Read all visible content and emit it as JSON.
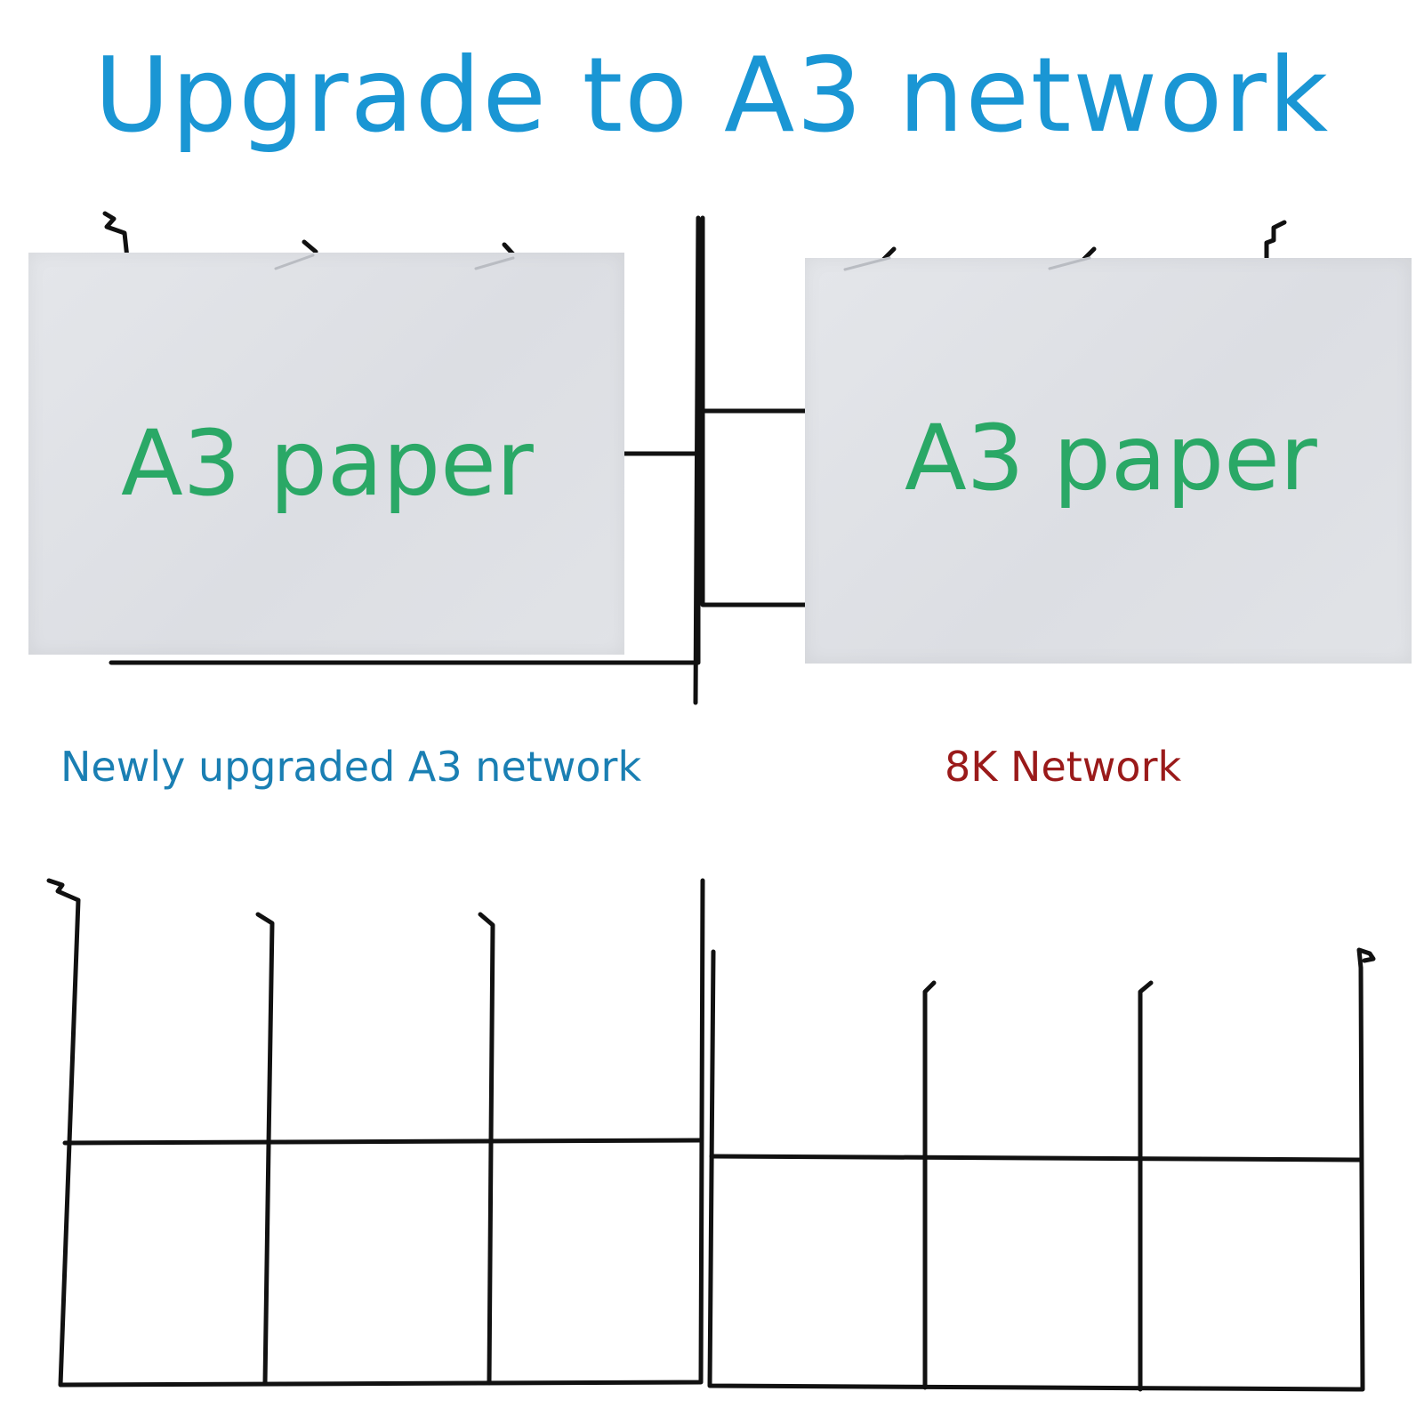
{
  "title": "Upgrade to A3 network",
  "panels": [
    {
      "paper_label": "A3 paper",
      "caption": "Newly upgraded A3 network"
    },
    {
      "paper_label": "A3 paper",
      "caption": "8K Network"
    }
  ],
  "colors": {
    "title": "#1a96d4",
    "paper_label": "#2aa866",
    "caption_left": "#1a7fb3",
    "caption_right": "#9a1a1a"
  }
}
